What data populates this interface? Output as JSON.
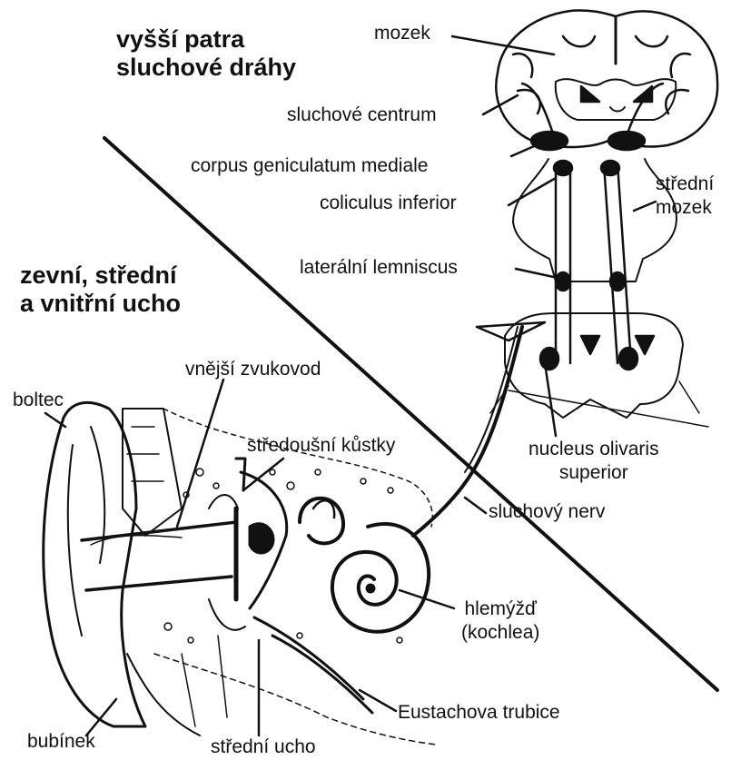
{
  "headings": {
    "upper": [
      "vyšší patra",
      "sluchové dráhy"
    ],
    "lower": [
      "zevní, střední",
      "a vnitřní ucho"
    ]
  },
  "labels": {
    "mozek": "mozek",
    "sluchove_centrum": "sluchové centrum",
    "corpus": "corpus geniculatum mediale",
    "coliculus": "coliculus inferior",
    "stredni_mozek": [
      "střední",
      "mozek"
    ],
    "lateralni": "laterální lemniscus",
    "nucleus": [
      "nucleus olivaris",
      "superior"
    ],
    "sluchovy_nerv": "sluchový nerv",
    "vnejsi": "vnější zvukovod",
    "boltec": "boltec",
    "kustky": "středoušní kůstky",
    "hlemyzd": [
      "hlemýžď",
      "(kochlea)"
    ],
    "eustachova": "Eustachova trubice",
    "bubinek": "bubínek",
    "stredni_ucho": "střední ucho"
  }
}
